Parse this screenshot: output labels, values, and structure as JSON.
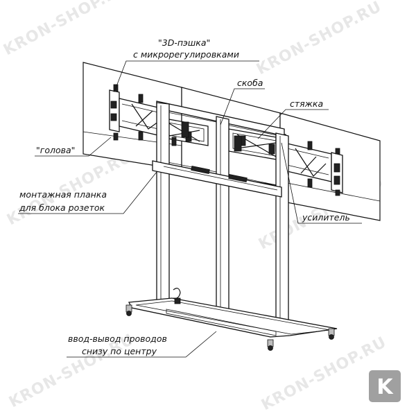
{
  "labels": {
    "micro_line1": "\"3D-пэшка\"",
    "micro_line2": "с микрорегулировками",
    "skoba": "скоба",
    "styazhka": "стяжка",
    "golova": "\"голова\"",
    "plank_line1": "монтажная планка",
    "plank_line2": "для блока розеток",
    "usilitel": "усилитель",
    "wires_line1": "ввод-вывод проводов",
    "wires_line2": "снизу по центру"
  },
  "watermark": "KRON-SHOP.RU",
  "badge_letter": "K",
  "colors": {
    "line": "#111111",
    "watermark": "#d4d4d4",
    "badge_bg": "#a0a0a0",
    "badge_fg": "#ffffff"
  }
}
